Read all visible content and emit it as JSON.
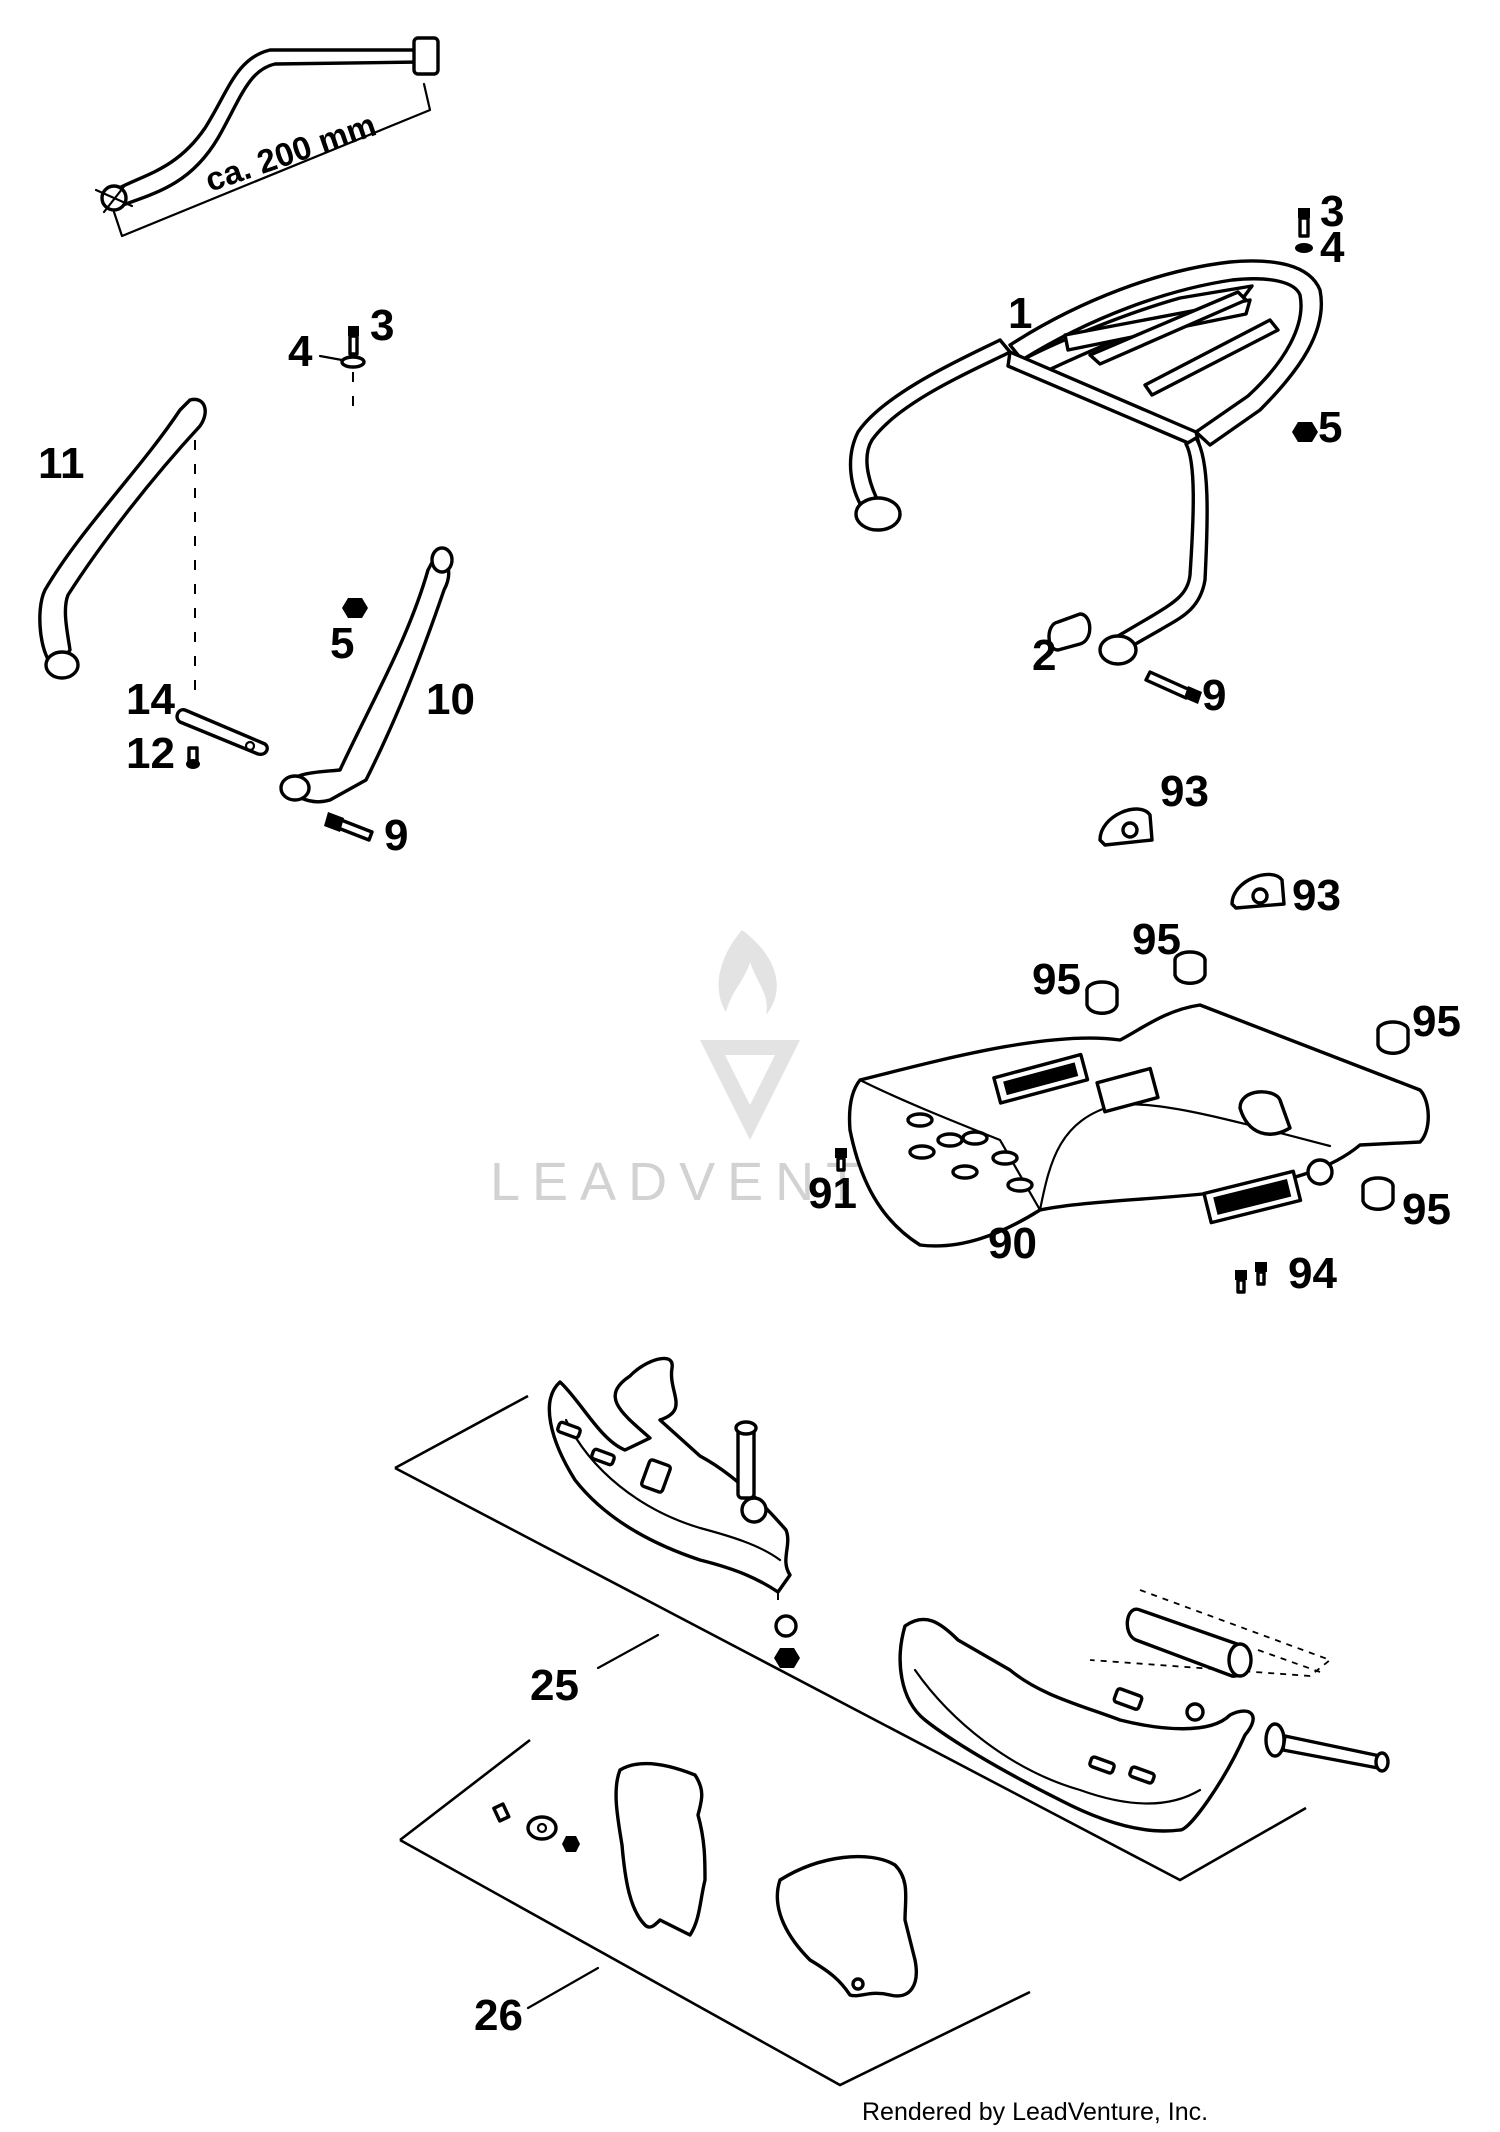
{
  "watermark": {
    "text": "LEADVENTURE",
    "logo": "flame-v-logo"
  },
  "dimension_label": "ca. 200 mm",
  "credit": "Rendered by LeadVenture, Inc.",
  "callouts": {
    "c1": "1",
    "c2": "2",
    "c3_top": "3",
    "c4_top": "4",
    "c5_right": "5",
    "c9_right": "9",
    "c3_left": "3",
    "c4_left": "4",
    "c11": "11",
    "c5_left": "5",
    "c14": "14",
    "c12": "12",
    "c10": "10",
    "c9_left": "9",
    "c93_a": "93",
    "c93_b": "93",
    "c95_a": "95",
    "c95_b": "95",
    "c95_c": "95",
    "c95_d": "95",
    "c91": "91",
    "c90": "90",
    "c94": "94",
    "c25": "25",
    "c26": "26"
  },
  "colors": {
    "line": "#000000",
    "background": "#ffffff",
    "watermark": "#d2d2d2"
  }
}
